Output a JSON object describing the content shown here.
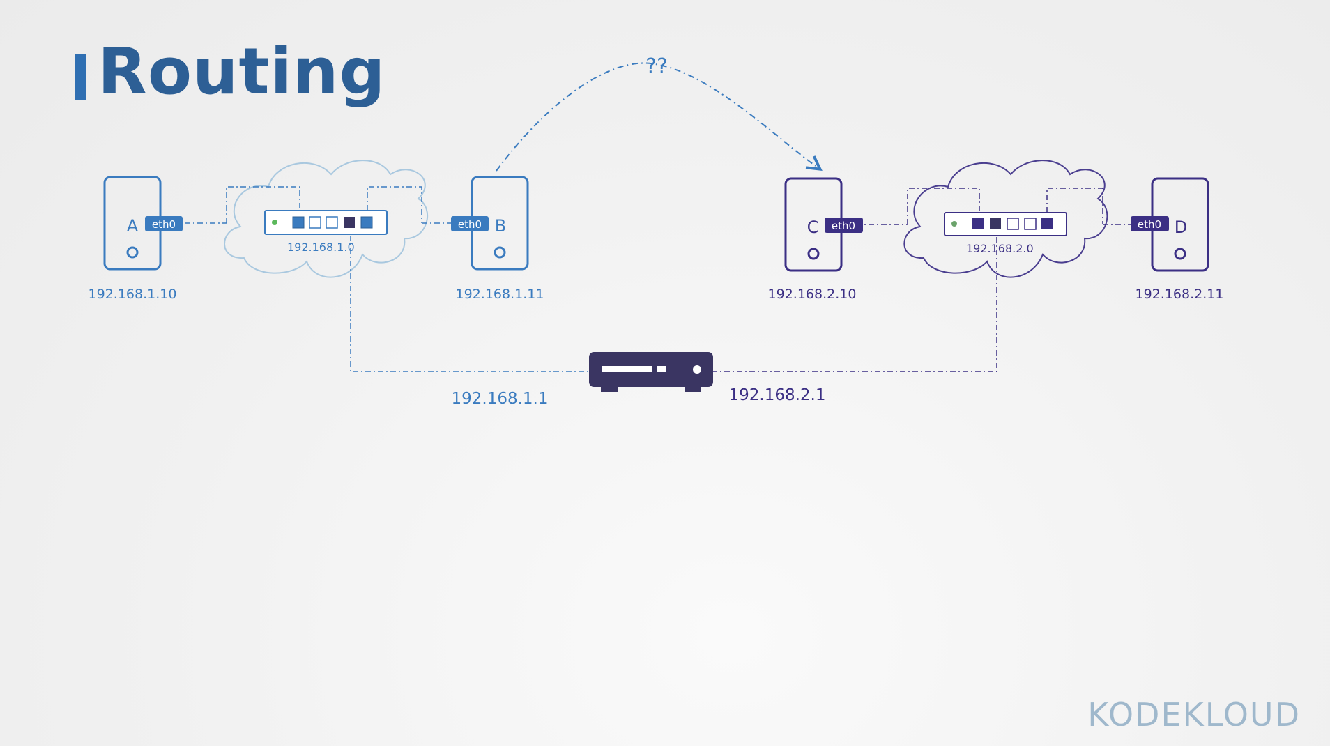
{
  "slide": {
    "title": "Routing"
  },
  "question": "??",
  "hosts": [
    {
      "id": "A",
      "label": "A",
      "ip": "192.168.1.10",
      "iface": "eth0",
      "network": "1"
    },
    {
      "id": "B",
      "label": "B",
      "ip": "192.168.1.11",
      "iface": "eth0",
      "network": "1"
    },
    {
      "id": "C",
      "label": "C",
      "ip": "192.168.2.10",
      "iface": "eth0",
      "network": "2"
    },
    {
      "id": "D",
      "label": "D",
      "ip": "192.168.2.11",
      "iface": "eth0",
      "network": "2"
    }
  ],
  "switches": [
    {
      "network": "192.168.1.0"
    },
    {
      "network": "192.168.2.0"
    }
  ],
  "router": {
    "ip_left": "192.168.1.1",
    "ip_right": "192.168.2.1"
  },
  "colors": {
    "net1": "#3a7bbf",
    "net2": "#3b2f84",
    "cloud1": "#a9c8df",
    "cloud2": "#4a3e8f",
    "router": "#3a3562",
    "title": "#2d5f95"
  },
  "logo": {
    "text": "KODEKLOUD"
  }
}
